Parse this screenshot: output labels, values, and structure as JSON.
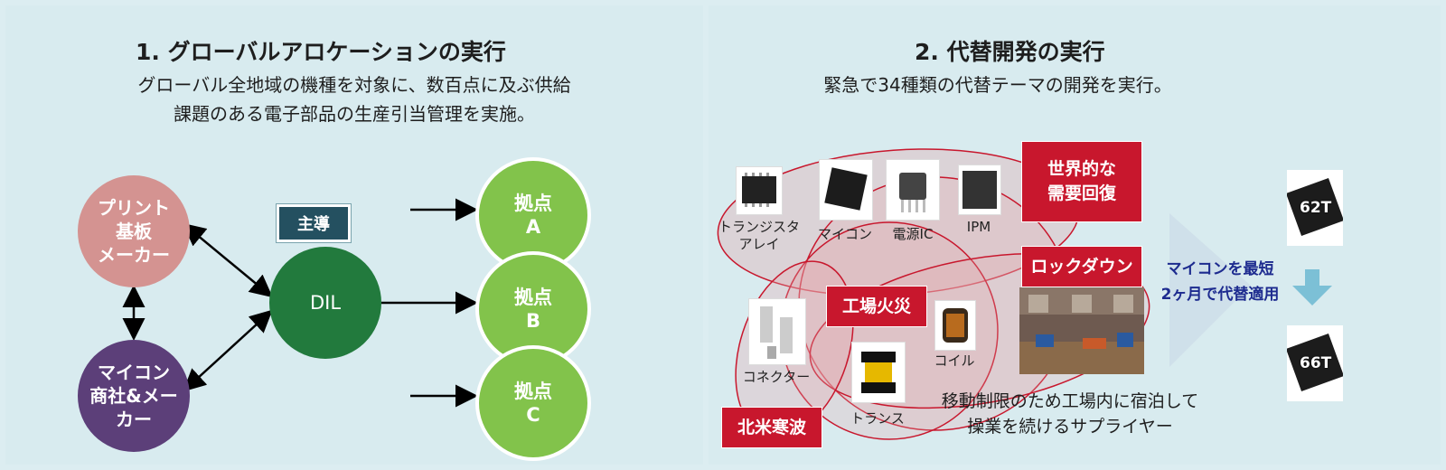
{
  "left": {
    "title": "1. グローバルアロケーションの実行",
    "description_lines": [
      "グローバル全地域の機種を対象に、数百点に及ぶ供給",
      "課題のある電子部品の生産引当管理を実施。"
    ],
    "nodes": {
      "print_maker": "プリント\n基板\nメーカー",
      "micon_maker": "マイコン\n商社&メー\nカー",
      "dil": "DIL",
      "lead_badge": "主導",
      "base_a": "拠点\nA",
      "base_b": "拠点\nB",
      "base_c": "拠点\nC"
    }
  },
  "right": {
    "title": "2. 代替開発の実行",
    "description": "緊急で34種類の代替テーマの開発を実行。",
    "components": [
      {
        "id": "transistor-array",
        "label": "トランジスタ\nアレイ"
      },
      {
        "id": "micon",
        "label": "マイコン"
      },
      {
        "id": "power-ic",
        "label": "電源IC"
      },
      {
        "id": "ipm",
        "label": "IPM"
      },
      {
        "id": "connector",
        "label": "コネクター"
      },
      {
        "id": "coil",
        "label": "コイル"
      },
      {
        "id": "transformer",
        "label": "トランス"
      }
    ],
    "events": {
      "global_demand": "世界的な\n需要回復",
      "lockdown": "ロックダウン",
      "factory_fire": "工場火災",
      "cold_wave": "北米寒波"
    },
    "factory_caption": "移動制限のため工場内に宿泊して\n操業を続けるサプライヤー",
    "arrow_text": "マイコンを最短\n2ヶ月で代替適用",
    "chip_before": "62T",
    "chip_after": "66T"
  },
  "colors": {
    "background": "#d8ebef",
    "print_maker": "#d49391",
    "micon_maker": "#5c3f79",
    "dil": "#227a3d",
    "base": "#82c34b",
    "lead_badge": "#245060",
    "event_red": "#c8172d",
    "arrow_text_blue": "#1d2b8f",
    "down_arrow": "#7cc0d6"
  }
}
